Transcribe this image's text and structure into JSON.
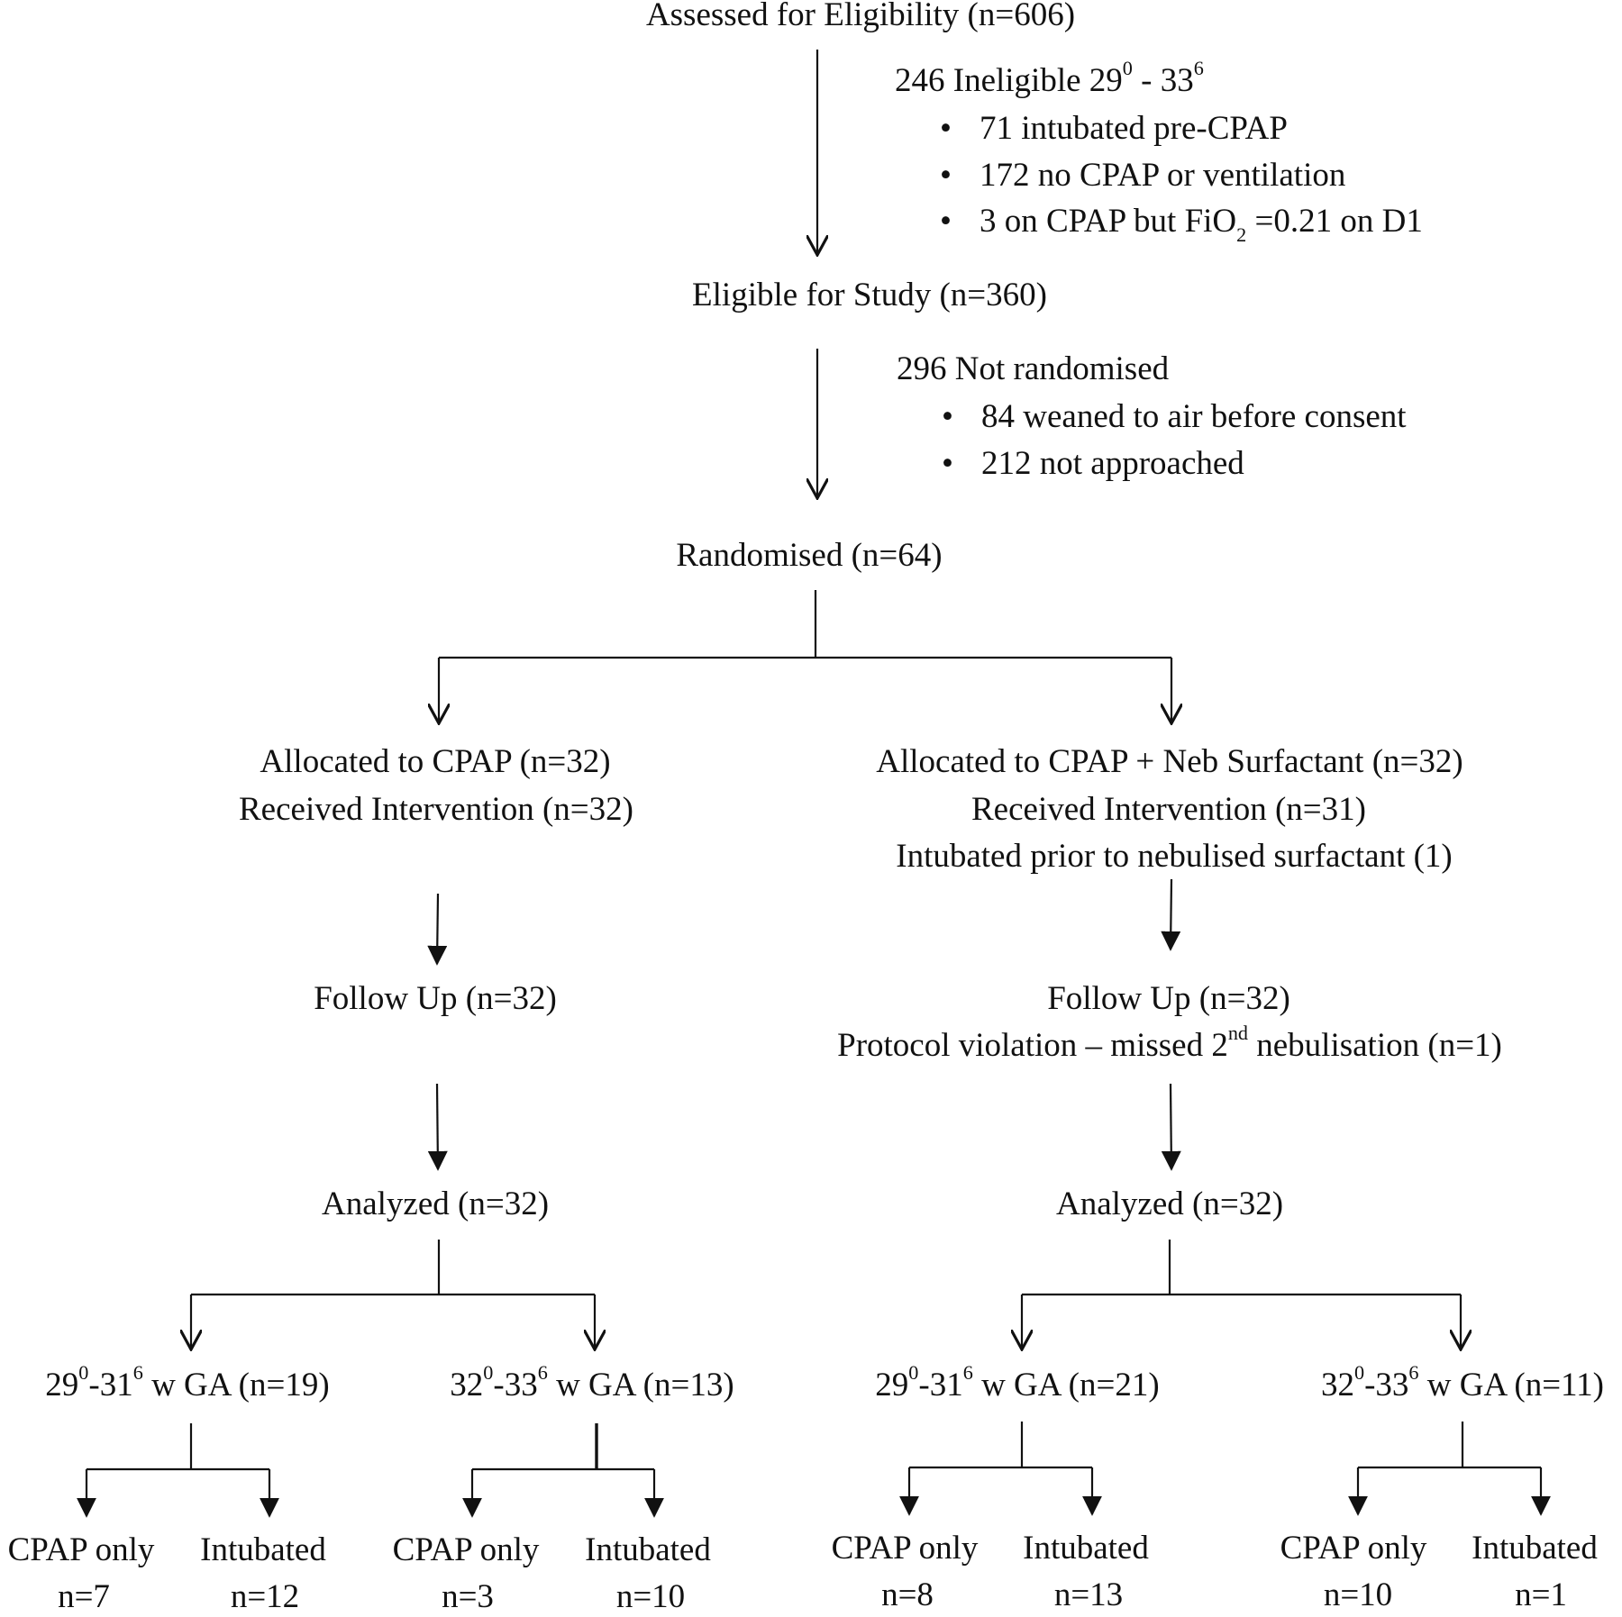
{
  "assessed": {
    "text": "Assessed for Eligibility  (n=606)"
  },
  "ineligible": {
    "prefix": "246 Ineligible  29",
    "sup1": "0",
    "mid": " - 33",
    "sup2": "6",
    "items": [
      {
        "text": "71 intubated  pre-CPAP"
      },
      {
        "text": "172 no CPAP or ventilation"
      },
      {
        "pre": "3 on CPAP but FiO",
        "sub": "2",
        "post": " =0.21 on D1"
      }
    ]
  },
  "eligible": {
    "text": "Eligible  for Study (n=360)"
  },
  "not_randomised": {
    "title": "296 Not randomised",
    "items": [
      {
        "text": "84 weaned to air before consent"
      },
      {
        "text": "212 not approached"
      }
    ]
  },
  "randomised": {
    "text": "Randomised  (n=64)"
  },
  "cpap_arm": {
    "allocated": "Allocated  to CPAP (n=32)",
    "received": "Received  Intervention  (n=32)",
    "followup": "Follow  Up (n=32)",
    "analyzed": "Analyzed  (n=32)",
    "groups": [
      {
        "ga": {
          "a": "29",
          "a_sup": "0",
          "b": "-31",
          "b_sup": "6",
          "c": " w GA  (n=19)"
        },
        "left": {
          "label": "CPAP only",
          "n": "n=7"
        },
        "right": {
          "label": "Intubated",
          "n": "n=12"
        }
      },
      {
        "ga": {
          "a": "32",
          "a_sup": "0",
          "b": "-33",
          "b_sup": "6",
          "c": " w GA  (n=13)"
        },
        "left": {
          "label": "CPAP only",
          "n": "n=3"
        },
        "right": {
          "label": "Intubated",
          "n": "n=10"
        }
      }
    ]
  },
  "surf_arm": {
    "allocated": "Allocated  to  CPAP + Neb Surfactant  (n=32)",
    "received": "Received  Intervention  (n=31)",
    "intubated_prior": "Intubated  prior  to nebulised  surfactant  (1)",
    "followup": "Follow  Up (n=32)",
    "violation": {
      "pre": "Protocol violation  – missed  2",
      "sup": "nd",
      "post": " nebulisation  (n=1)"
    },
    "analyzed": "Analyzed  (n=32)",
    "groups": [
      {
        "ga": {
          "a": "29",
          "a_sup": "0",
          "b": "-31",
          "b_sup": "6",
          "c": " w GA  (n=21)"
        },
        "left": {
          "label": "CPAP only",
          "n": "n=8"
        },
        "right": {
          "label": "Intubated",
          "n": "n=13"
        }
      },
      {
        "ga": {
          "a": "32",
          "a_sup": "0",
          "b": "-33",
          "b_sup": "6",
          "c": " w GA  (n=11)"
        },
        "left": {
          "label": "CPAP only",
          "n": "n=10"
        },
        "right": {
          "label": "Intubated",
          "n": "n=1"
        }
      }
    ]
  },
  "colors": {
    "ink": "#111111",
    "background": "#ffffff"
  }
}
